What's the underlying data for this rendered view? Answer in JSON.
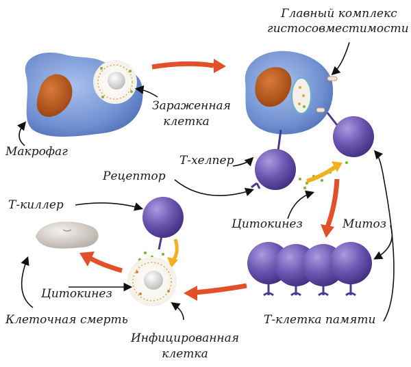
{
  "labels": {
    "mhc": [
      "Главный комплекс",
      "гистосовместимости"
    ],
    "infected_cell": [
      "Зараженная",
      "клетка"
    ],
    "macrophage": "Макрофаг",
    "t_helper": "Т-хелпер",
    "receptor": "Рецептор",
    "t_killer": "Т-киллер",
    "cytokines_top": "Цитокинез",
    "mitosis": "Митоз",
    "cytokines_bottom": "Цитокинез",
    "cell_death": "Клеточная смерть",
    "memory_t_cell": "Т-клетка памяти",
    "infected_cell_2": [
      "Инфицированная",
      "клетка"
    ]
  },
  "colors": {
    "macrophage": "#6f8fd0",
    "nucleus": "#b8571c",
    "t_cell": "#6a54b0",
    "arrow_red": "#e2502a",
    "arrow_yellow": "#f2b021",
    "cytokine_dot": "#7fb93c",
    "dead_cell": "#d8d2cc"
  }
}
